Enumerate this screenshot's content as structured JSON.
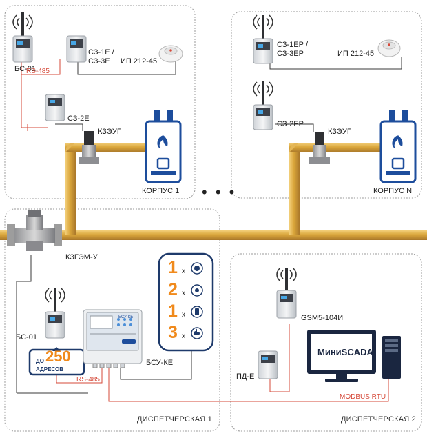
{
  "labels": {
    "bs01_top": "БС-01",
    "rs485_top": "RS-485",
    "sz1e": "СЗ-1Е /",
    "sz3e": "СЗ-3Е",
    "ip_left": "ИП 212-45",
    "sz2e": "СЗ-2Е",
    "kzeug_left": "КЗЭУГ",
    "korpus1": "КОРПУС 1",
    "sz1ep": "СЗ-1ЕР /",
    "sz3ep": "СЗ-3ЕР",
    "ip_right": "ИП 212-45",
    "sz2ep": "СЗ-2ЕР",
    "kzeug_right": "КЗЭУГ",
    "korpusn": "КОРПУС N",
    "dots": "• • •",
    "kzgem": "КЗГЭМ-У",
    "bs01_bottom": "БС-01",
    "do": "ДО",
    "addr_num": "250",
    "addr_word": "АДРЕСОВ",
    "rs485_bottom": "RS-485",
    "bsu_ke": "БСУ-КЕ",
    "gsm": "GSM5-104И",
    "pd_e": "ПД-Е",
    "miniscada": "МиниSCADA",
    "modbus": "MODBUS RTU",
    "disp1": "ДИСПЕТЧЕРСКАЯ 1",
    "disp2": "ДИСПЕТЧЕРСКАЯ 2",
    "panel_header": "БСУ-КЕ"
  },
  "legend": [
    {
      "count": "1",
      "x": "x",
      "icon": "valve-ring-icon"
    },
    {
      "count": "2",
      "x": "x",
      "icon": "gear-icon"
    },
    {
      "count": "1",
      "x": "x",
      "icon": "battery-icon"
    },
    {
      "count": "3",
      "x": "x",
      "icon": "hand-icon"
    }
  ],
  "colors": {
    "pipe": "#d9a53a",
    "pipe_dark": "#b7832a",
    "signal": "#d64a3a",
    "accent_orange": "#f08a1c",
    "navy": "#1e3a6b",
    "boiler_blue": "#1d4d9c"
  }
}
